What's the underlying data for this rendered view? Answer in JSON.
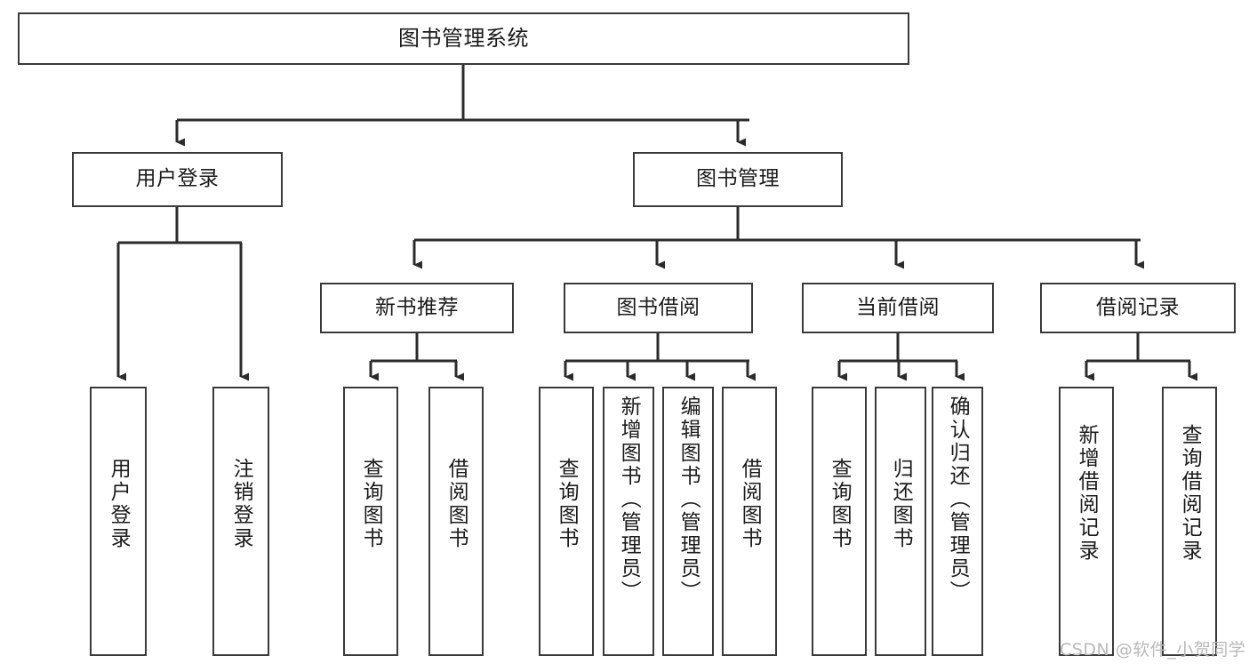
{
  "diagram": {
    "title": "图书管理系统",
    "type": "tree",
    "stroke_color": "#3a3a3a",
    "text_color": "#1b1b1b",
    "background": "#ffffff",
    "levels": [
      {
        "level": 1,
        "nodes": [
          {
            "id": "root",
            "label": "图书管理系统",
            "orientation": "horizontal"
          }
        ]
      },
      {
        "level": 2,
        "nodes": [
          {
            "id": "user-login",
            "label": "用户登录",
            "orientation": "horizontal"
          },
          {
            "id": "book-manage",
            "label": "图书管理",
            "orientation": "horizontal"
          }
        ]
      },
      {
        "level": 3,
        "nodes": [
          {
            "id": "new-book-rec",
            "label": "新书推荐",
            "orientation": "horizontal"
          },
          {
            "id": "book-borrow",
            "label": "图书借阅",
            "orientation": "horizontal"
          },
          {
            "id": "current-borrow",
            "label": "当前借阅",
            "orientation": "horizontal"
          },
          {
            "id": "borrow-record",
            "label": "借阅记录",
            "orientation": "horizontal"
          }
        ]
      },
      {
        "level": 4,
        "nodes": [
          {
            "id": "leaf-user-login",
            "label": "用户登录",
            "orientation": "vertical",
            "parent": "user-login"
          },
          {
            "id": "leaf-user-logout",
            "label": "注销登录",
            "orientation": "vertical",
            "parent": "user-login"
          },
          {
            "id": "leaf-query-book-1",
            "label": "查询图书",
            "orientation": "vertical",
            "parent": "new-book-rec"
          },
          {
            "id": "leaf-borrow-book-1",
            "label": "借阅图书",
            "orientation": "vertical",
            "parent": "new-book-rec"
          },
          {
            "id": "leaf-query-book-2",
            "label": "查询图书",
            "orientation": "vertical",
            "parent": "book-borrow"
          },
          {
            "id": "leaf-add-book",
            "label": "新增图书（管理员）",
            "orientation": "vertical",
            "parent": "book-borrow"
          },
          {
            "id": "leaf-edit-book",
            "label": "编辑图书（管理员）",
            "orientation": "vertical",
            "parent": "book-borrow"
          },
          {
            "id": "leaf-borrow-book-2",
            "label": "借阅图书",
            "orientation": "vertical",
            "parent": "book-borrow"
          },
          {
            "id": "leaf-query-book-3",
            "label": "查询图书",
            "orientation": "vertical",
            "parent": "current-borrow"
          },
          {
            "id": "leaf-return-book",
            "label": "归还图书",
            "orientation": "vertical",
            "parent": "current-borrow"
          },
          {
            "id": "leaf-confirm-return",
            "label": "确认归还（管理员）",
            "orientation": "vertical",
            "parent": "current-borrow"
          },
          {
            "id": "leaf-add-record",
            "label": "新增借阅记录",
            "orientation": "vertical",
            "parent": "borrow-record"
          },
          {
            "id": "leaf-query-record",
            "label": "查询借阅记录",
            "orientation": "vertical",
            "parent": "borrow-record"
          }
        ]
      }
    ]
  },
  "watermark": {
    "text": "CSDN @软件_小贺同学",
    "color": "#b9b9b9"
  }
}
